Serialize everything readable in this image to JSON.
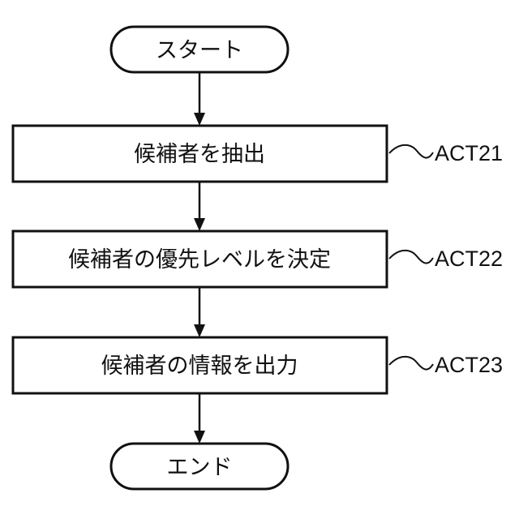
{
  "flowchart": {
    "start": {
      "label": "スタート"
    },
    "steps": [
      {
        "text": "候補者を抽出",
        "act": "ACT21"
      },
      {
        "text": "候補者の優先レベルを決定",
        "act": "ACT22"
      },
      {
        "text": "候補者の情報を出力",
        "act": "ACT23"
      }
    ],
    "end": {
      "label": "エンド"
    }
  }
}
